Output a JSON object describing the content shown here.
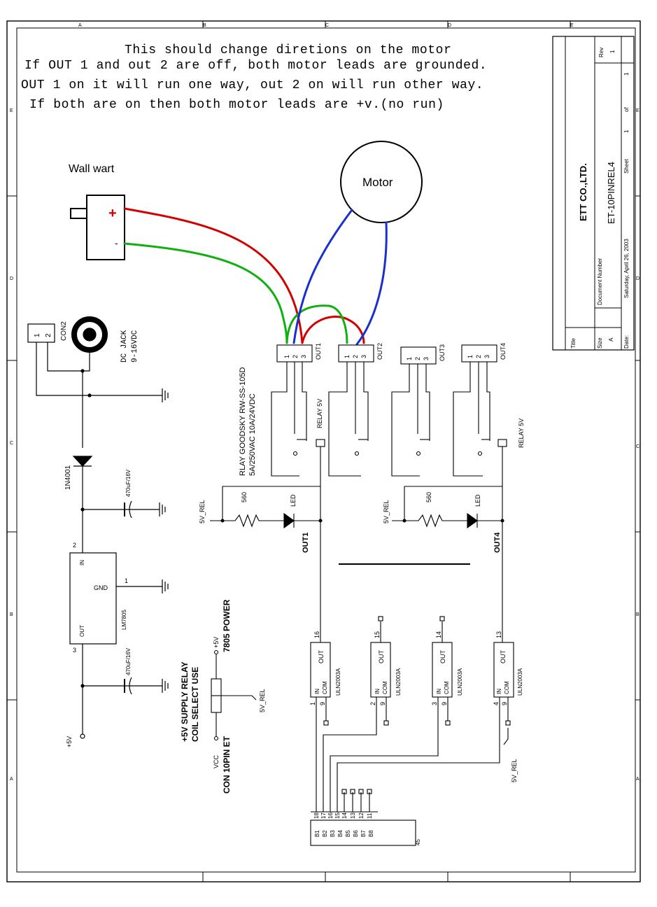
{
  "notes": [
    "This should change diretions on the motor",
    "If OUT 1 and out 2 are off, both motor leads are grounded.",
    "OUT 1 on it will run one way, out 2 on will run other way.",
    "If both are on then both motor leads are +v.(no run)"
  ],
  "wall_wart": {
    "label": "Wall wart",
    "plus": "+",
    "minus": "-"
  },
  "motor_label": "Motor",
  "title_block": {
    "company": "ETT CO.,LTD.",
    "title_caption": "Title",
    "size_caption": "Size",
    "size_value": "A",
    "doc_caption": "Document Number",
    "doc_number": "ET-10PINREL4",
    "rev_caption": "Rev",
    "rev_value": "1",
    "date_caption": "Date:",
    "date_value": "Saturday, April 26, 2003",
    "sheet_caption": "Sheet",
    "sheet_value": "1",
    "of_caption": "of",
    "of_value": "1"
  },
  "border_letters": {
    "top": [
      "A",
      "B",
      "C",
      "D",
      "E"
    ],
    "side_left": [
      "E",
      "D",
      "C",
      "B",
      "A"
    ],
    "side_right": [
      "E",
      "D",
      "C",
      "B",
      "A"
    ]
  },
  "dc_section": {
    "con2": "CON2",
    "con2_pins": [
      "1",
      "2"
    ],
    "jack_line1": "DC JACK",
    "jack_line2": "9-16VDC",
    "diode": "1N4001",
    "cap1": "470uF/16V",
    "cap2": "470uF/16V",
    "reg_in": "IN",
    "reg_gnd": "GND",
    "reg_out": "OUT",
    "reg_part": "LM7805",
    "reg_pin_in": "2",
    "reg_pin_gnd": "1",
    "reg_pin_out": "3",
    "plus5v": "+5V"
  },
  "relay_note": {
    "line1": "RLAY GOODSKY RW-SS-105D",
    "line2": "5A/250VAC 10A/24VDC"
  },
  "relay_5v": "RELAY 5V",
  "outputs": [
    {
      "connector": "OUT1",
      "pins": [
        "1",
        "2",
        "3"
      ],
      "led_label": "OUT1",
      "uln_pin": "16",
      "in_pin": "1"
    },
    {
      "connector": "OUT2",
      "pins": [
        "1",
        "2",
        "3"
      ],
      "uln_pin": "15",
      "in_pin": "2"
    },
    {
      "connector": "OUT3",
      "pins": [
        "1",
        "2",
        "3"
      ],
      "uln_pin": "14",
      "in_pin": "3"
    },
    {
      "connector": "OUT4",
      "pins": [
        "1",
        "2",
        "3"
      ],
      "led_label": "OUT4",
      "uln_pin": "13",
      "in_pin": "4"
    }
  ],
  "led_circuit": {
    "rail": "5V_REL",
    "resistor": "560",
    "led": "LED"
  },
  "uln": {
    "part": "ULN2003A",
    "out": "OUT",
    "in": "IN",
    "com": "COM",
    "gnd_pin": "9"
  },
  "power_select": {
    "line1": "+5V SUPPLY RELAY",
    "line2": "COIL SELECT USE",
    "vcc": "VCC",
    "plus5v": "+5V",
    "power7805": "7805 POWER",
    "rel": "5V_REL",
    "con10": "CON 10PIN ET"
  },
  "bottom_connector": {
    "pin_numbers": [
      "18",
      "17",
      "16",
      "15",
      "14",
      "13",
      "12",
      "11"
    ],
    "pin_names": [
      "B1",
      "B2",
      "B3",
      "B4",
      "B5",
      "B6",
      "B7",
      "B8"
    ],
    "part": "45",
    "rail": "5V_REL"
  },
  "colors": {
    "positive": "#d40000",
    "ground": "#10b010",
    "motor": "#1a2fd0",
    "ink": "#000000"
  }
}
